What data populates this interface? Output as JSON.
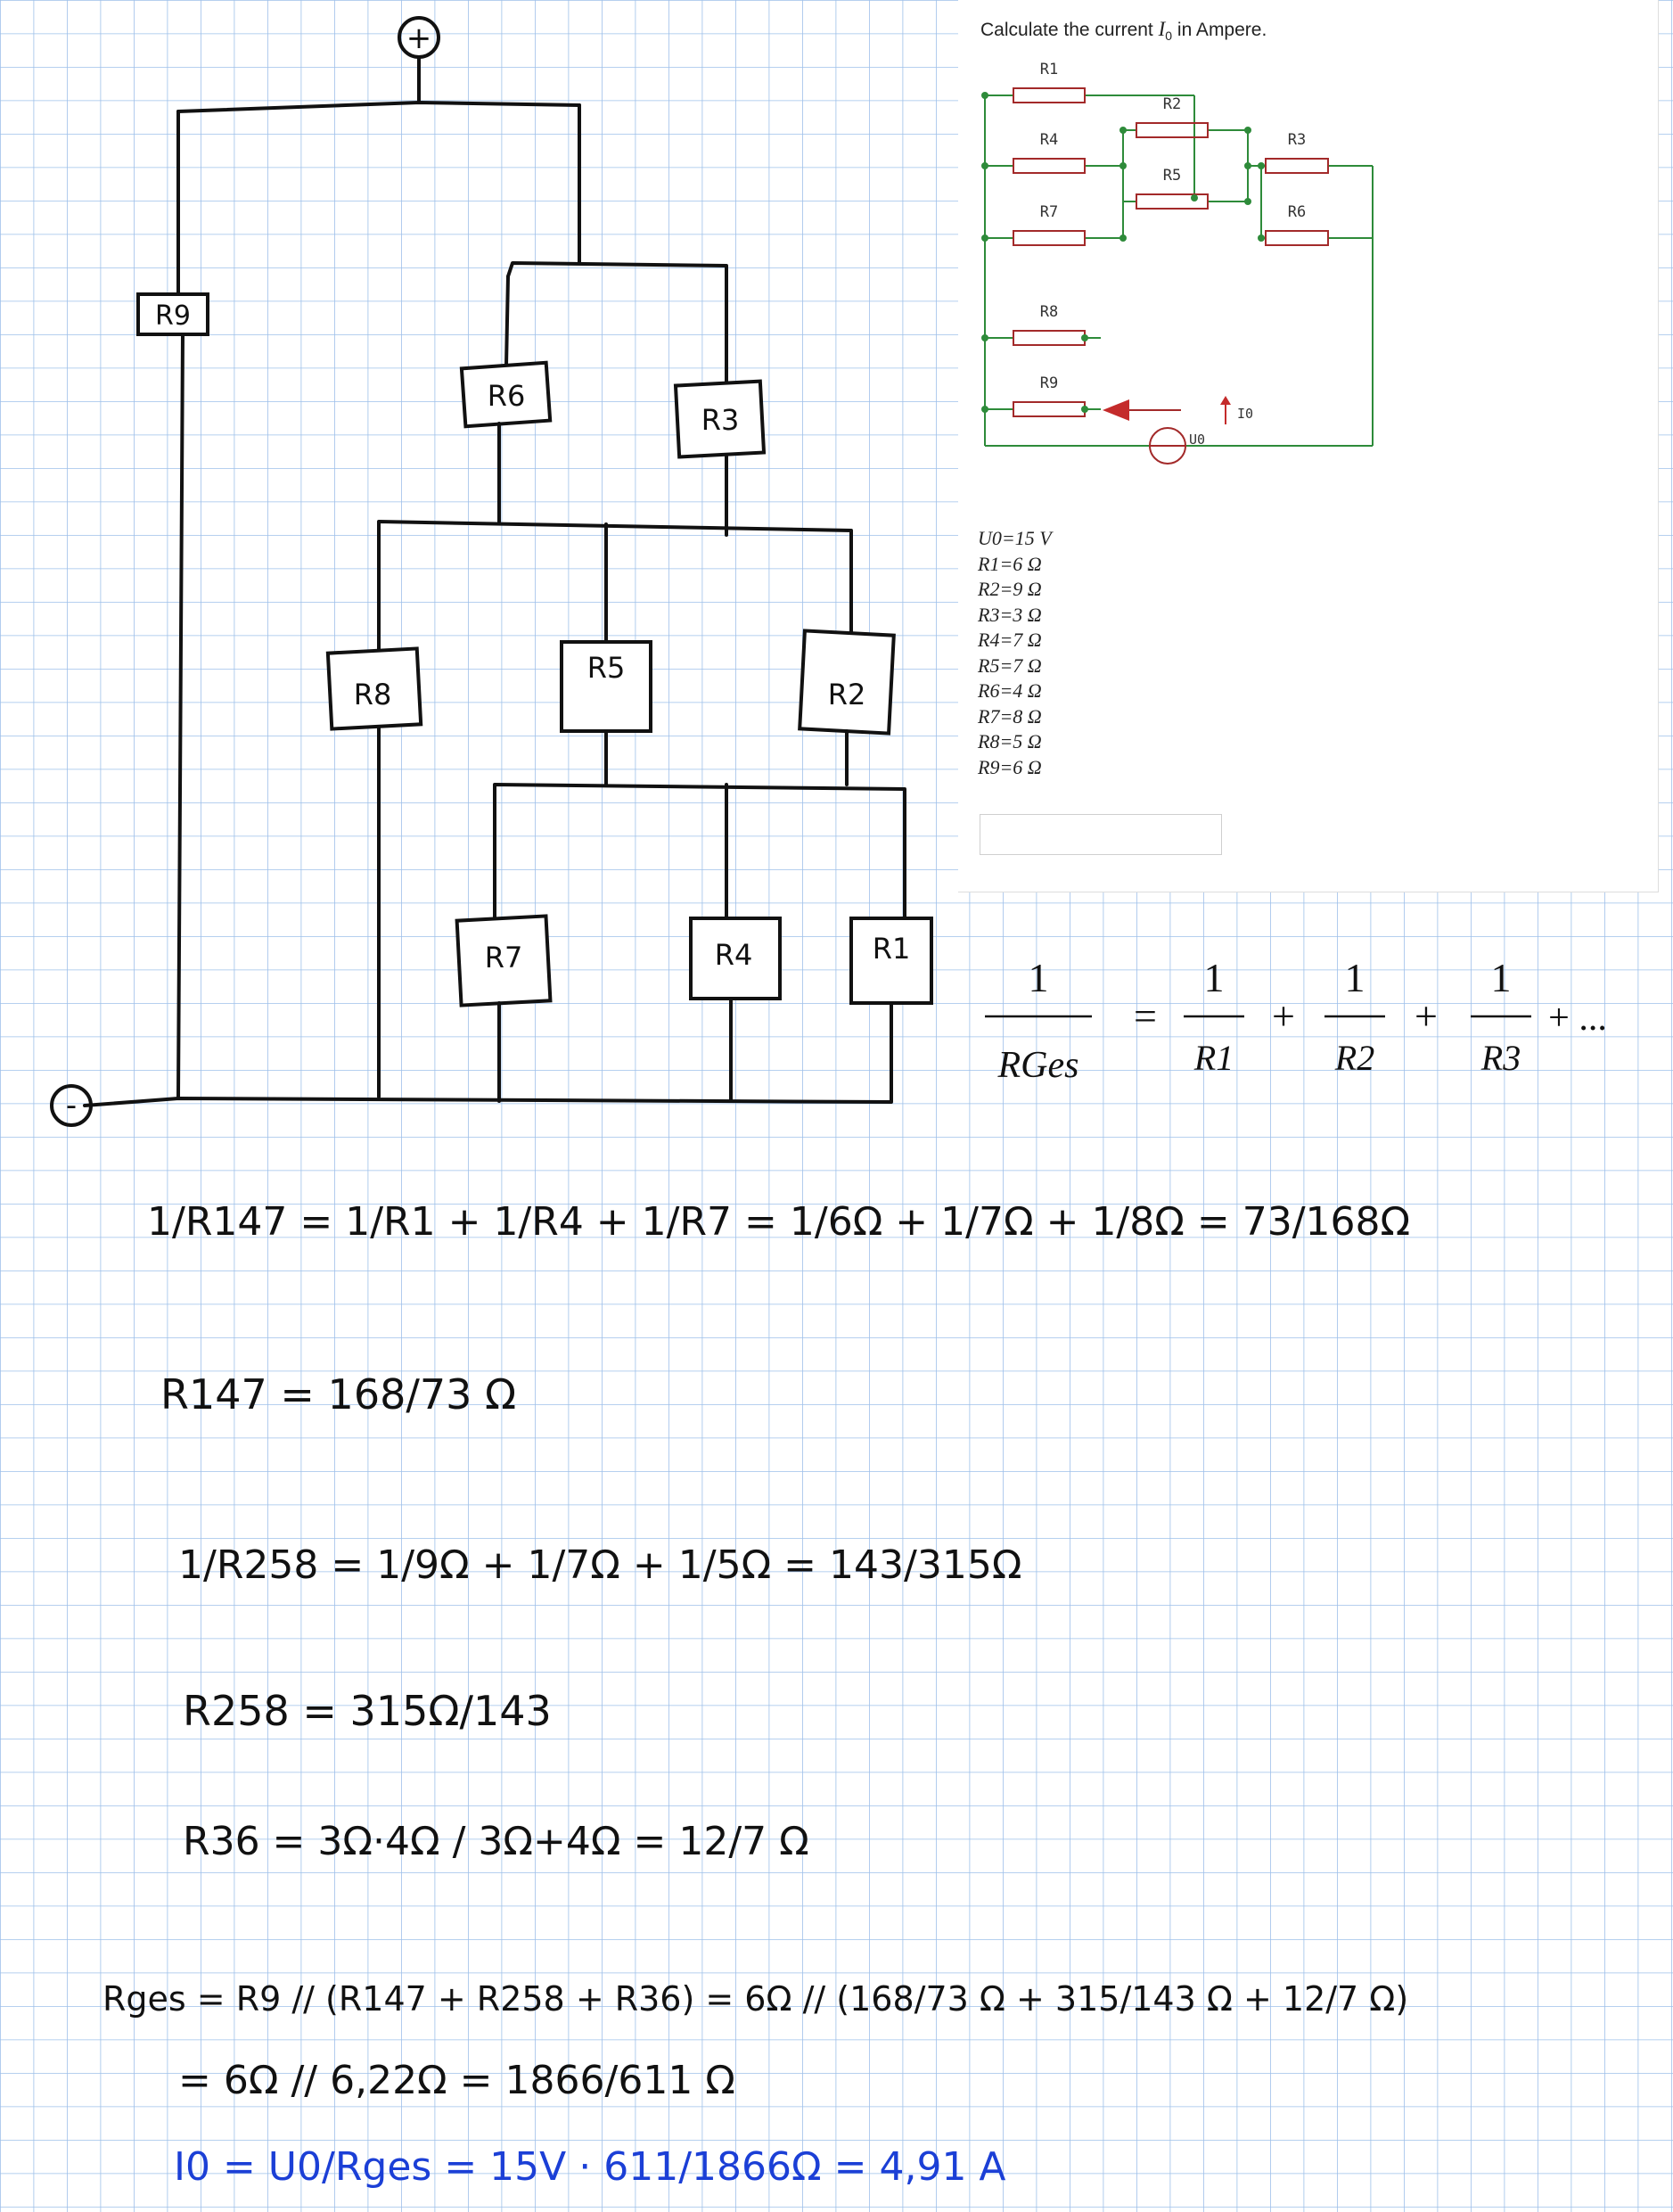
{
  "handwritten_circuit": {
    "plus_terminal": "+",
    "minus_terminal": "-",
    "resistors": [
      "R9",
      "R6",
      "R3",
      "R8",
      "R5",
      "R2",
      "R7",
      "R4",
      "R1"
    ]
  },
  "task": {
    "question_prefix": "Calculate the current ",
    "question_symbol": "I",
    "question_subscript": "0",
    "question_suffix": " in Ampere.",
    "schematic_labels": [
      "R1",
      "R2",
      "R4",
      "R3",
      "R5",
      "R7",
      "R6",
      "R8",
      "R9",
      "U0",
      "I0"
    ],
    "given_values": [
      "U0=15 V",
      "R1=6 Ω",
      "R2=9 Ω",
      "R3=3 Ω",
      "R4=7 Ω",
      "R5=7 Ω",
      "R6=4 Ω",
      "R7=8 Ω",
      "R8=5 Ω",
      "R9=6 Ω"
    ],
    "answer_value": ""
  },
  "formula": {
    "lhs_num": "1",
    "lhs_den": "RGes",
    "terms": [
      {
        "num": "1",
        "den": "R1"
      },
      {
        "num": "1",
        "den": "R2"
      },
      {
        "num": "1",
        "den": "R3"
      }
    ],
    "plus": "+",
    "eq": "=",
    "ellipsis": "+ ..."
  },
  "work": {
    "line1": "1/R147 = 1/R1 + 1/R4 + 1/R7 = 1/6Ω + 1/7Ω + 1/8Ω = 73/168Ω",
    "line2": "R147 = 168/73 Ω",
    "line3": "1/R258 = 1/9Ω + 1/7Ω + 1/5Ω = 143/315Ω",
    "line4": "R258 = 315Ω/143",
    "line5": "R36 = 3Ω·4Ω / 3Ω+4Ω = 12/7 Ω",
    "line6": "Rges = R9 // (R147 + R258 + R36) = 6Ω // (168/73 Ω + 315/143 Ω + 12/7 Ω)",
    "line7": "= 6Ω // 6,22Ω = 1866/611 Ω",
    "line8": "I0 = U0/Rges = 15V · 611/1866Ω = 4,91 A"
  }
}
